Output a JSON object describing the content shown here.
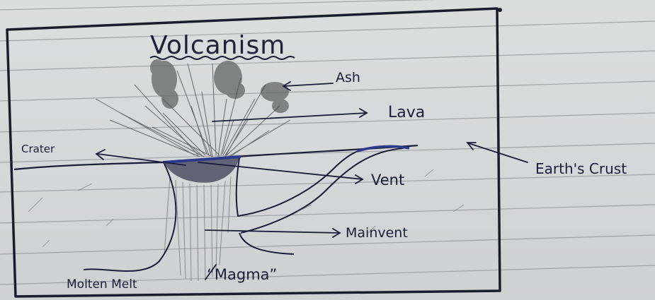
{
  "title": "Volcanism",
  "labels": {
    "ash": "Ash",
    "lava": "Lava",
    "crater": "Crater",
    "earths_crust": "Earth's Crust",
    "vent": "Vent",
    "main_vent": "Mainvent",
    "molten_melt": "Molten Melt",
    "magma": "“Magma”"
  },
  "colors": {
    "paper": "#d8d9da",
    "ruled_line": "#8f9196",
    "ink": "#1a1d3a",
    "blue_ink": "#2b3a8a",
    "smoke": "#6e706e"
  }
}
